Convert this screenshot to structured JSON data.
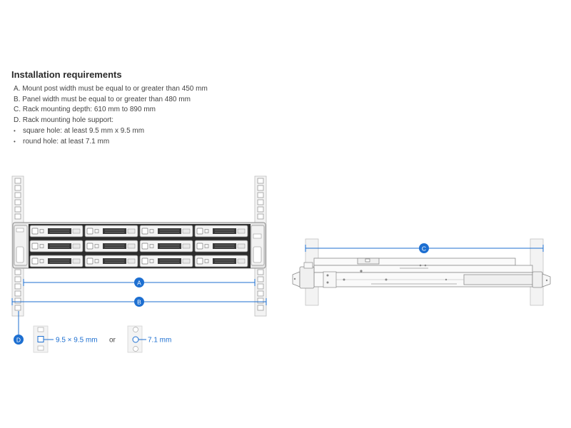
{
  "heading": "Installation requirements",
  "requirements": [
    "A. Mount post width must be equal to or greater than 450 mm",
    "B. Panel width must be equal to or greater than 480 mm",
    "C. Rack mounting depth: 610 mm to 890 mm",
    "D. Rack mounting hole support:"
  ],
  "hole_support": [
    "square hole: at least 9.5 mm x 9.5 mm",
    "round hole: at least 7.1 mm"
  ],
  "markers": {
    "a": "A",
    "b": "B",
    "c": "C",
    "d": "D"
  },
  "hole_labels": {
    "square": "9.5 × 9.5 mm",
    "or": "or",
    "round": "7.1 mm"
  },
  "colors": {
    "accent": "#1d6fd1",
    "rail": "#f2f2f2",
    "outline": "#b5b5b5"
  }
}
